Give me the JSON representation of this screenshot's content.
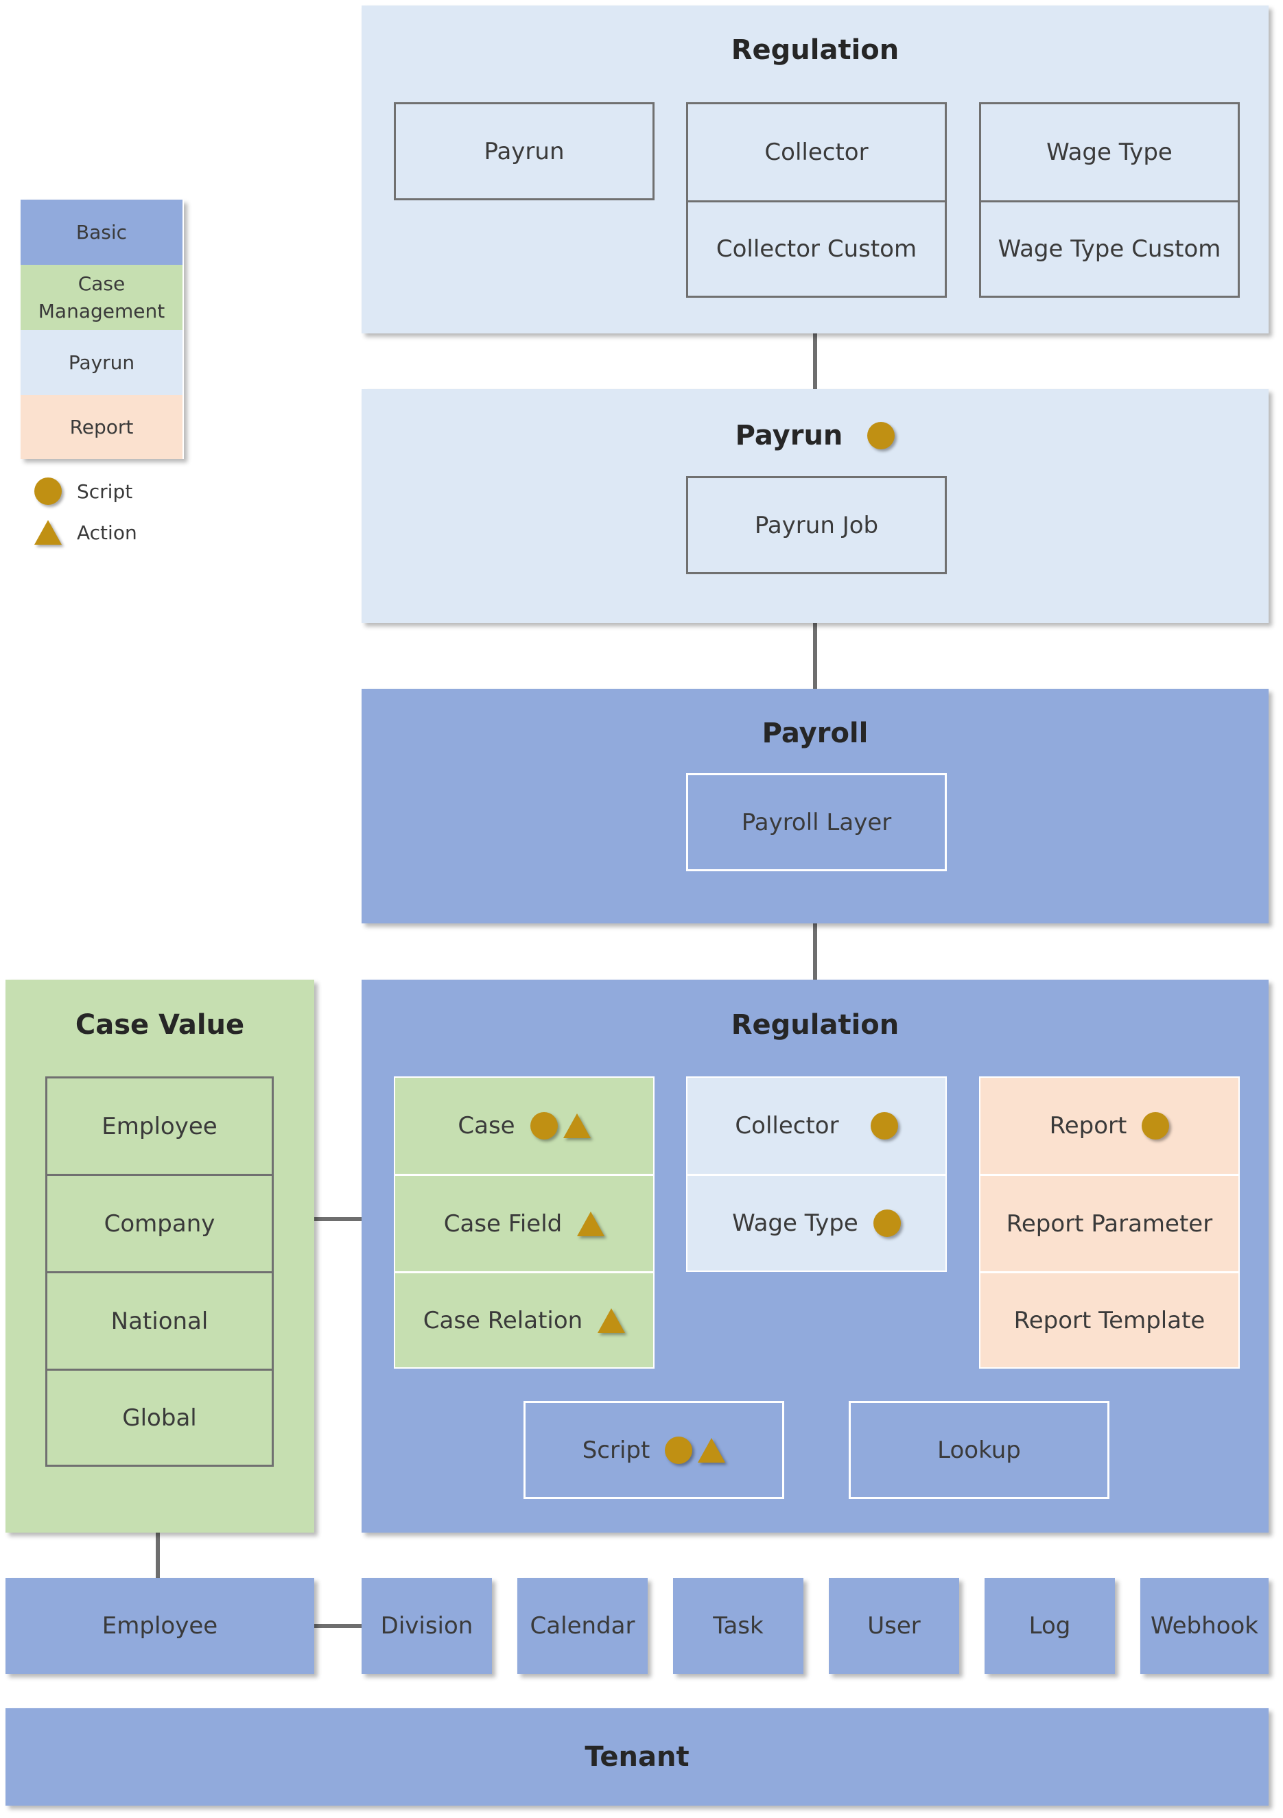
{
  "legend": {
    "basic": "Basic",
    "case_management": "Case\nManagement",
    "payrun": "Payrun",
    "report": "Report",
    "script": "Script",
    "action": "Action"
  },
  "colors": {
    "basic": "#91aadc",
    "case_management": "#c6dfb1",
    "payrun": "#dde8f5",
    "report": "#fbe1cf",
    "symbol": "#c09013",
    "connector": "#6e6e6e"
  },
  "regulation_top": {
    "title": "Regulation",
    "payrun": "Payrun",
    "collector": "Collector",
    "collector_custom": "Collector Custom",
    "wage_type": "Wage Type",
    "wage_type_custom": "Wage Type Custom"
  },
  "payrun_panel": {
    "title": "Payrun",
    "payrun_job": "Payrun Job"
  },
  "payroll_panel": {
    "title": "Payroll",
    "payroll_layer": "Payroll Layer"
  },
  "case_value": {
    "title": "Case Value",
    "items": [
      "Employee",
      "Company",
      "National",
      "Global"
    ]
  },
  "regulation_main": {
    "title": "Regulation",
    "case": "Case",
    "case_field": "Case Field",
    "case_relation": "Case Relation",
    "collector": "Collector",
    "wage_type": "Wage Type",
    "report": "Report",
    "report_parameter": "Report Parameter",
    "report_template": "Report Template",
    "script": "Script",
    "lookup": "Lookup"
  },
  "bottom_row": {
    "employee": "Employee",
    "division": "Division",
    "calendar": "Calendar",
    "task": "Task",
    "user": "User",
    "log": "Log",
    "webhook": "Webhook"
  },
  "tenant": "Tenant"
}
